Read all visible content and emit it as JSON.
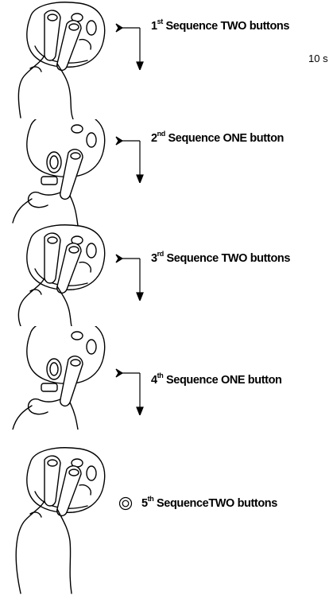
{
  "side_note": "10 s",
  "steps": [
    {
      "ordinal": "1",
      "suffix": "st",
      "text": "Sequence TWO buttons",
      "fingers": 2,
      "pressed": "top-pair",
      "marker": "arrow"
    },
    {
      "ordinal": "2",
      "suffix": "nd",
      "text": "Sequence ONE button",
      "fingers": 1,
      "pressed": "lower-right",
      "marker": "arrow"
    },
    {
      "ordinal": "3",
      "suffix": "rd",
      "text": "Sequence TWO buttons",
      "fingers": 2,
      "pressed": "top-pair",
      "marker": "arrow"
    },
    {
      "ordinal": "4",
      "suffix": "th",
      "text": "Sequence ONE button",
      "fingers": 1,
      "pressed": "lower-right",
      "marker": "arrow"
    },
    {
      "ordinal": "5",
      "suffix": "th",
      "text": "SequenceTWO buttons",
      "fingers": 2,
      "pressed": "top-pair",
      "marker": "double-circle"
    }
  ]
}
